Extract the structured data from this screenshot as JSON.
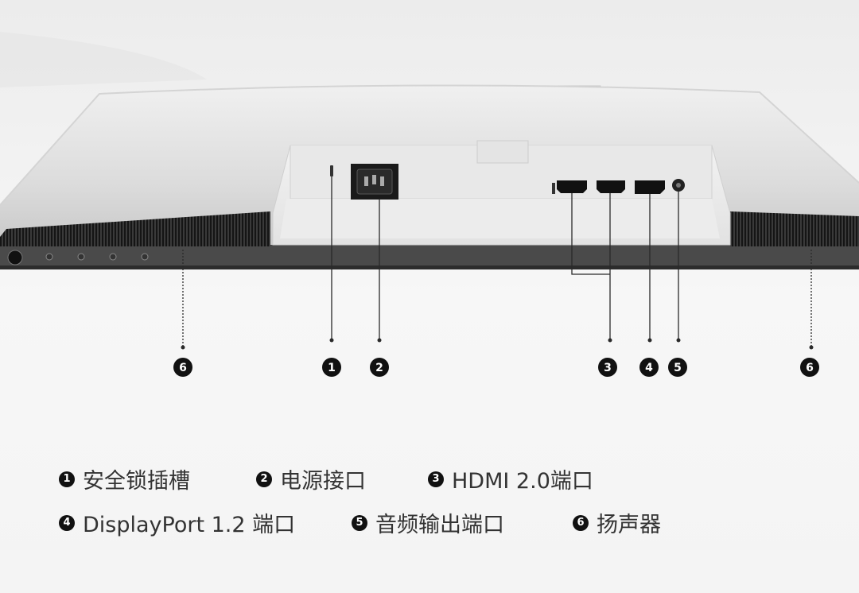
{
  "callouts": [
    {
      "num": "6",
      "target": "speaker-left"
    },
    {
      "num": "1",
      "target": "security-lock-slot"
    },
    {
      "num": "2",
      "target": "power-connector"
    },
    {
      "num": "3",
      "target": "hdmi-ports"
    },
    {
      "num": "4",
      "target": "displayport"
    },
    {
      "num": "5",
      "target": "audio-out"
    },
    {
      "num": "6",
      "target": "speaker-right"
    }
  ],
  "legend": [
    {
      "num": "1",
      "label": "安全锁插槽"
    },
    {
      "num": "2",
      "label": "电源接口"
    },
    {
      "num": "3",
      "label": "HDMI 2.0端口"
    },
    {
      "num": "4",
      "label": "DisplayPort 1.2 端口"
    },
    {
      "num": "5",
      "label": "音频输出端口"
    },
    {
      "num": "6",
      "label": "扬声器"
    }
  ]
}
